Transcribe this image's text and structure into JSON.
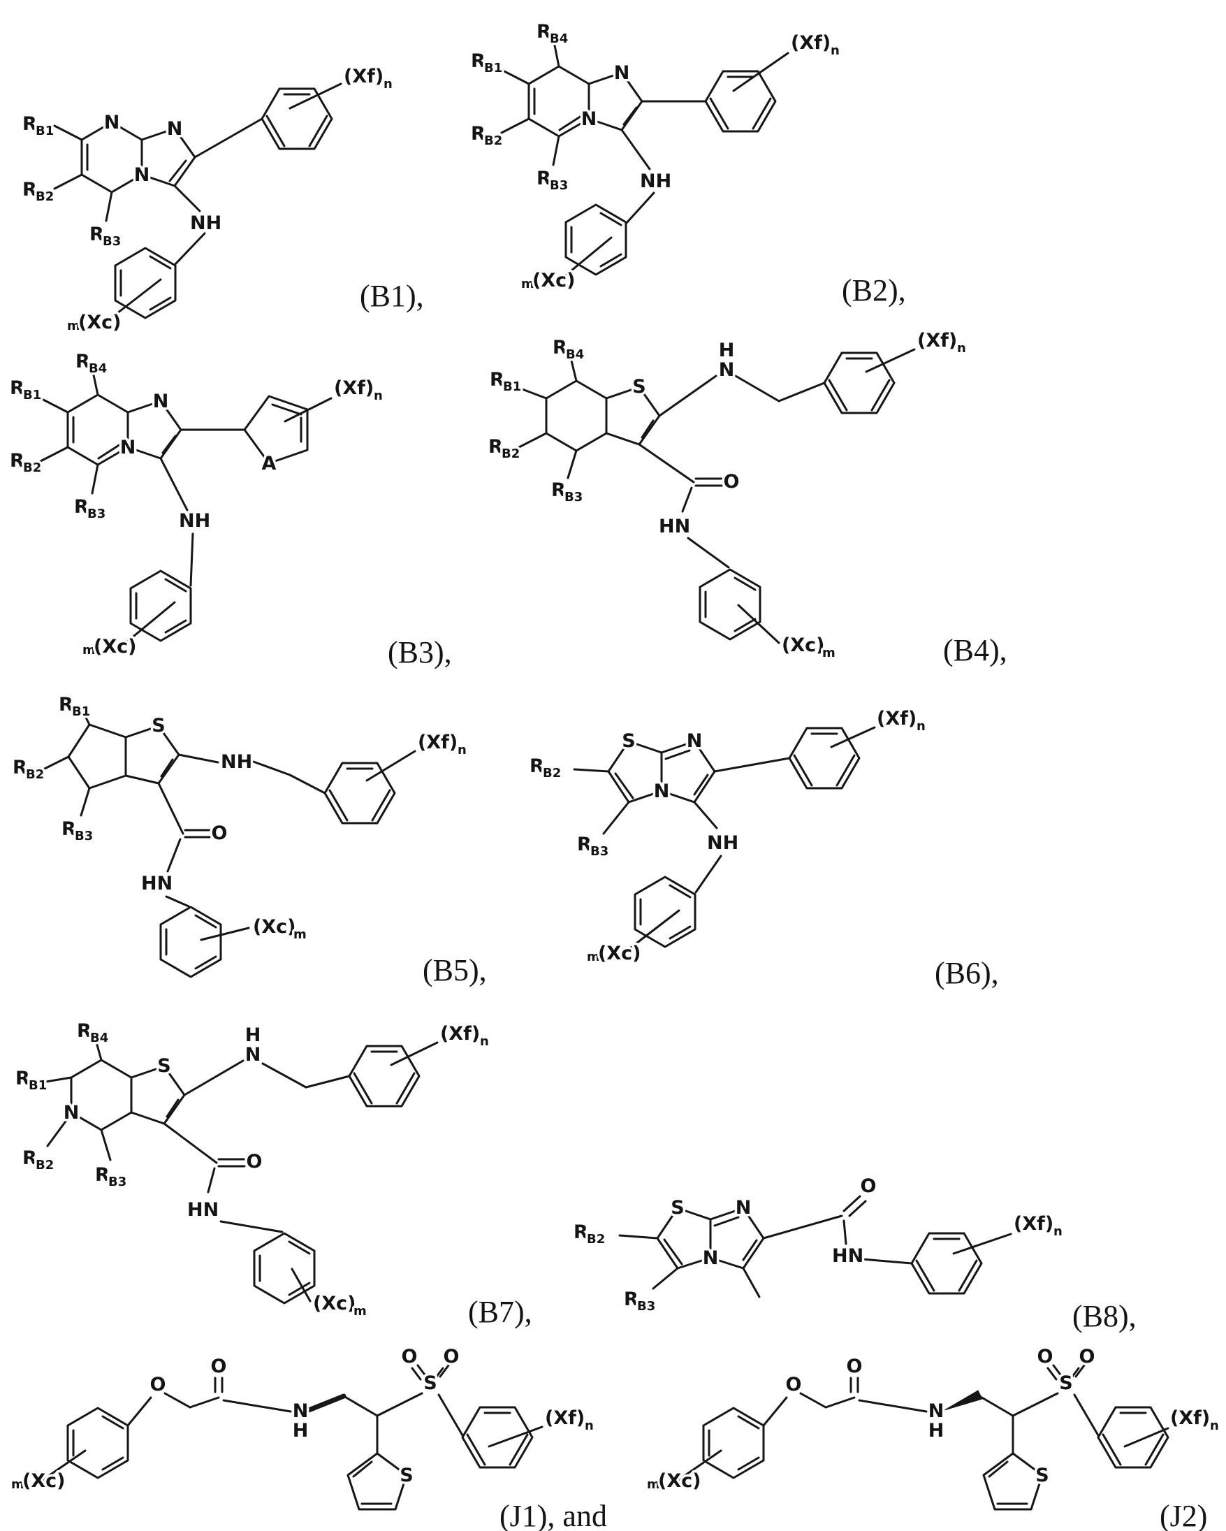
{
  "page": {
    "background": "#ffffff",
    "ink": "#161616"
  },
  "tokens": {
    "rb1": {
      "base": "R",
      "sub": "B1"
    },
    "rb2": {
      "base": "R",
      "sub": "B2"
    },
    "rb3": {
      "base": "R",
      "sub": "B3"
    },
    "rb4": {
      "base": "R",
      "sub": "B4"
    },
    "xf": {
      "base": "(Xf)",
      "sub": "n"
    },
    "xc_trail": {
      "base": "(Xc)",
      "sub": "m"
    },
    "xc_lead": {
      "base": "(Xc)",
      "sub": "m"
    },
    "n": "N",
    "s": "S",
    "o": "O",
    "h": "H",
    "a": "A",
    "nh": "NH",
    "hn": "HN"
  },
  "structures": {
    "b1": {
      "caption": "(B1),"
    },
    "b2": {
      "caption": "(B2),"
    },
    "b3": {
      "caption": "(B3),"
    },
    "b4": {
      "caption": "(B4),"
    },
    "b5": {
      "caption": "(B5),"
    },
    "b6": {
      "caption": "(B6),"
    },
    "b7": {
      "caption": "(B7),"
    },
    "b8": {
      "caption": "(B8),"
    },
    "j1": {
      "caption": "(J1), and"
    },
    "j2": {
      "caption": "(J2)"
    }
  }
}
